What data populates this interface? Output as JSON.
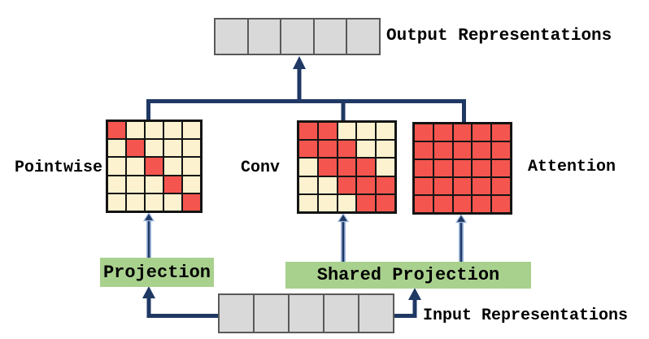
{
  "diagram": {
    "output_label": "Output Representations",
    "input_label": "Input Representations",
    "projection_label": "Projection",
    "shared_projection_label": "Shared Projection",
    "branches": [
      {
        "label": "Pointwise"
      },
      {
        "label": "Conv"
      },
      {
        "label": "Attention"
      }
    ]
  },
  "grids": {
    "pointwise": {
      "rows": 5,
      "cols": 5,
      "pattern": [
        "RCCCC",
        "CRCCC",
        "CCRCC",
        "CCCRC",
        "CCCCR"
      ]
    },
    "conv": {
      "rows": 5,
      "cols": 5,
      "pattern": [
        "RRCCC",
        "RRRCC",
        "CRRRC",
        "CCRRR",
        "CCCRR"
      ]
    },
    "attention": {
      "rows": 5,
      "cols": 5,
      "pattern": [
        "RRRRR",
        "RRRRR",
        "RRRRR",
        "RRRRR",
        "RRRRR"
      ]
    }
  },
  "tokens": {
    "output_cells": 5,
    "input_cells": 5
  },
  "colors": {
    "red": "#F4564F",
    "cream": "#FCF2CF",
    "green": "#A9D18E",
    "token-gray": "#D9D9D9",
    "token-border": "#595959",
    "grid-border": "#141414",
    "arrow-navy": "#1F3864",
    "arrow-halo": "#9DB6DC",
    "text": "#000000",
    "bg": "#FFFFFF"
  }
}
